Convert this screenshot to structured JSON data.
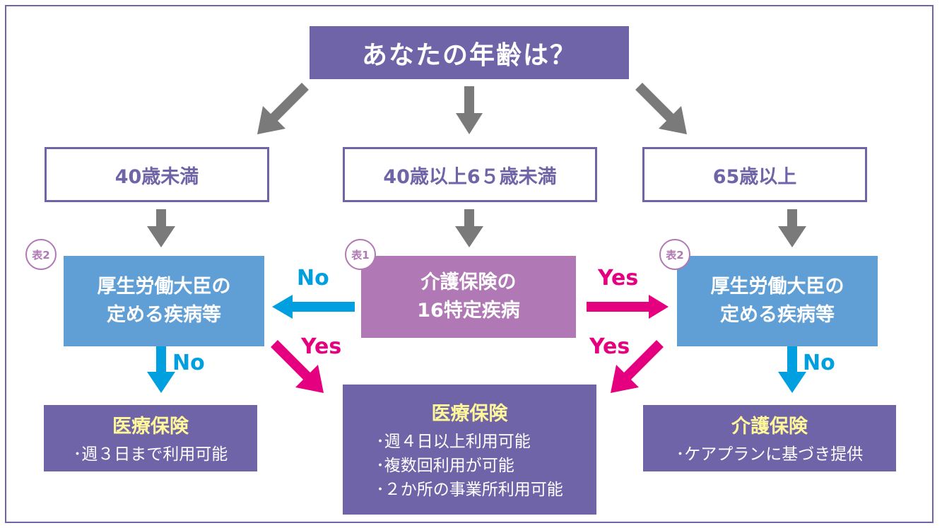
{
  "question": "あなたの年齢は？",
  "age_groups": {
    "left": "40歳未満",
    "center": "40歳以上6５歳未満",
    "right": "65歳以上"
  },
  "badges": {
    "left": "表2",
    "center": "表1",
    "right": "表2"
  },
  "conditions": {
    "left": {
      "line1": "厚生労働大臣の",
      "line2": "定める疾病等"
    },
    "center": {
      "line1": "介護保険の",
      "line2": "16特定疾病"
    },
    "right": {
      "line1": "厚生労働大臣の",
      "line2": "定める疾病等"
    }
  },
  "labels": {
    "no_center_left": "No",
    "yes_center_right": "Yes",
    "yes_left_diag": "Yes",
    "yes_right_diag": "Yes",
    "no_left_down": "No",
    "no_right_down": "No"
  },
  "results": {
    "left": {
      "title": "医療保険",
      "items": [
        "･週３日まで利用可能"
      ]
    },
    "center": {
      "title": "医療保険",
      "items": [
        "･週４日以上利用可能",
        "･複数回利用が可能",
        "･２か所の事業所利用可能"
      ]
    },
    "right": {
      "title": "介護保険",
      "items": [
        "･ケアプランに基づき提供"
      ]
    }
  },
  "colors": {
    "purple": "#6f64a8",
    "blue_box": "#5f9fd6",
    "pink_box": "#b078b4",
    "arrow_gray": "#7a7a7a",
    "arrow_blue": "#00a0e0",
    "arrow_pink": "#e4007f",
    "result_title": "#fff799"
  }
}
